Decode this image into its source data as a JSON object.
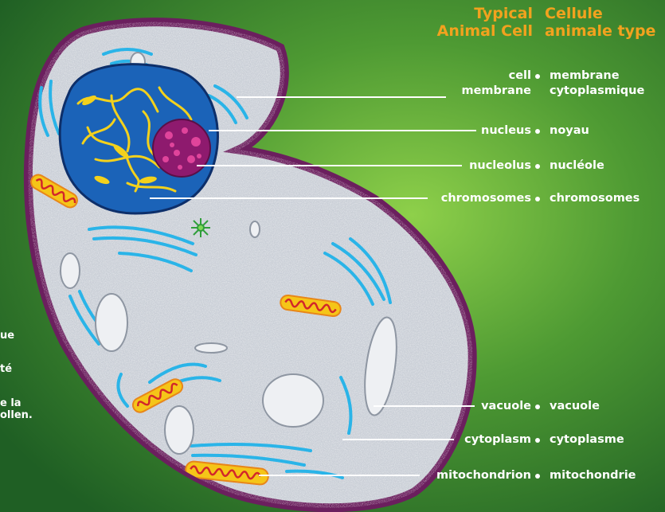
{
  "titles": {
    "english": [
      "Typical",
      "Animal Cell"
    ],
    "french": [
      "Cellule",
      "animale type"
    ]
  },
  "labels": [
    {
      "id": "membrane",
      "en": [
        "cell",
        "membrane"
      ],
      "fr": [
        "membrane",
        "cytoplasmique"
      ]
    },
    {
      "id": "nucleus",
      "en": [
        "nucleus"
      ],
      "fr": [
        "noyau"
      ]
    },
    {
      "id": "nucleolus",
      "en": [
        "nucleolus"
      ],
      "fr": [
        "nucléole"
      ]
    },
    {
      "id": "chromosomes",
      "en": [
        "chromosomes"
      ],
      "fr": [
        "chromosomes"
      ]
    },
    {
      "id": "vacuole",
      "en": [
        "vacuole"
      ],
      "fr": [
        "vacuole"
      ]
    },
    {
      "id": "cytoplasm",
      "en": [
        "cytoplasm"
      ],
      "fr": [
        "cytoplasme"
      ]
    },
    {
      "id": "mitochondrion",
      "en": [
        "mitochondrion"
      ],
      "fr": [
        "mitochondrie"
      ]
    }
  ],
  "cropped_text": [
    "ue",
    "té",
    "e la",
    "ollen."
  ],
  "colors": {
    "background": "#3e8a2c",
    "title": "#f2a21e",
    "label": "#ffffff",
    "membrane": "#6b1f5e",
    "cytoplasm": "#c9ced6",
    "nucleus": "#1b63b8",
    "nucleolus": "#8e1a6e",
    "chromosome": "#f3d11c",
    "organelle_blue": "#2ab4e8",
    "mitochondrion": "#f5c518"
  }
}
